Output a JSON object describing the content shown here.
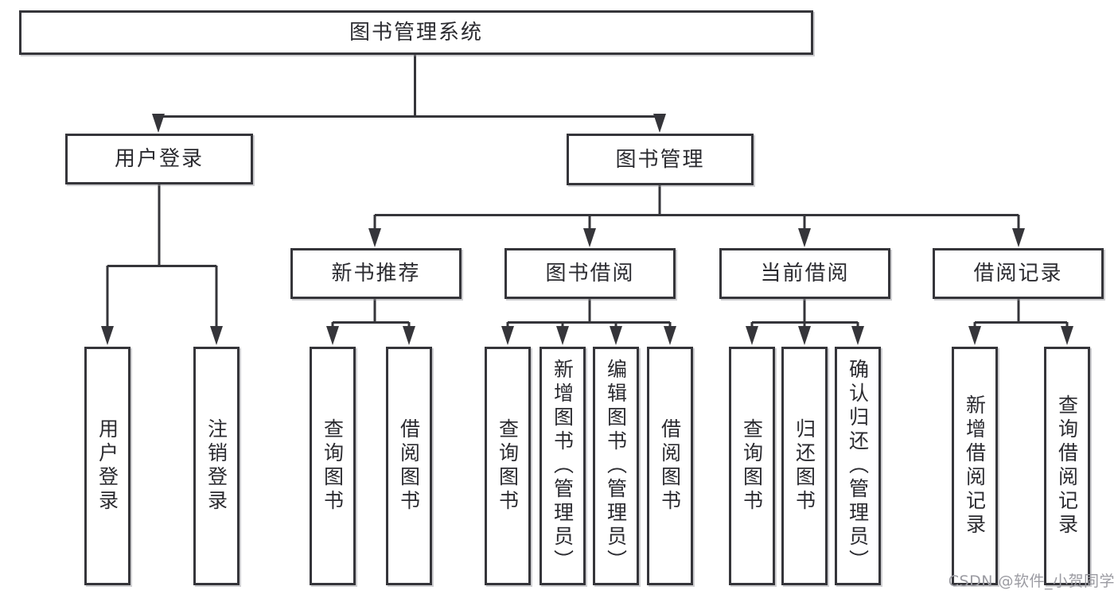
{
  "diagram_title": "图书管理系统",
  "nodes": {
    "root": {
      "label": "图书管理系统"
    },
    "level1": [
      {
        "label": "用户登录"
      },
      {
        "label": "图书管理"
      }
    ],
    "level2": [
      {
        "label": "新书推荐"
      },
      {
        "label": "图书借阅"
      },
      {
        "label": "当前借阅"
      },
      {
        "label": "借阅记录"
      }
    ],
    "leaves": {
      "user_login": [
        {
          "label": "用户登录"
        },
        {
          "label": "注销登录"
        }
      ],
      "new_book_recommend": [
        {
          "label": "查询图书"
        },
        {
          "label": "借阅图书"
        }
      ],
      "book_borrow": [
        {
          "label": "查询图书"
        },
        {
          "label": "新增图书（管理员）"
        },
        {
          "label": "编辑图书（管理员）"
        },
        {
          "label": "借阅图书"
        }
      ],
      "current_borrow": [
        {
          "label": "查询图书"
        },
        {
          "label": "归还图书"
        },
        {
          "label": "确认归还（管理员）"
        }
      ],
      "borrow_records": [
        {
          "label": "新增借阅记录"
        },
        {
          "label": "查询借阅记录"
        }
      ]
    }
  },
  "watermark": {
    "text": "CSDN @软件_小贺同学"
  },
  "colors": {
    "line": "#35353a",
    "text": "#2b2b30",
    "watermark": "#9b9ba2",
    "background": "#ffffff"
  }
}
